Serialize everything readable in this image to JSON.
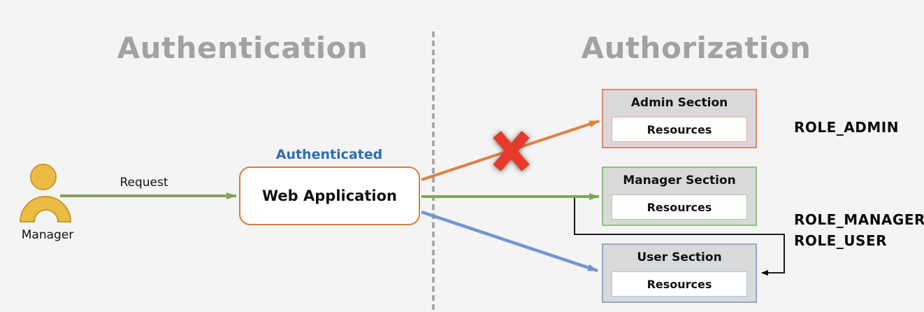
{
  "headings": {
    "left": "Authentication",
    "right": "Authorization"
  },
  "actor": {
    "label": "Manager"
  },
  "flow": {
    "request_label": "Request",
    "auth_status_label": "Authenticated",
    "web_app_label": "Web Application"
  },
  "sections": [
    {
      "title": "Admin Section",
      "resources_label": "Resources"
    },
    {
      "title": "Manager Section",
      "resources_label": "Resources"
    },
    {
      "title": "User Section",
      "resources_label": "Resources"
    }
  ],
  "roles": [
    {
      "label": "ROLE_ADMIN"
    },
    {
      "label": "ROLE_MANAGER"
    },
    {
      "label": "ROLE_USER"
    }
  ],
  "colors": {
    "background": "#F4F4F4",
    "heading_gray": "#A2A2A2",
    "divider_gray": "#A8A8A8",
    "arrow_orange": "#E0813F",
    "arrow_green": "#7EA656",
    "arrow_blue": "#7295D2",
    "authenticated_blue": "#2E6DB5",
    "denied_red": "#E63B2A",
    "section_fill": "#D9D9D9",
    "admin_border": "#DB8776",
    "admin_resources_border": "#ECA99A",
    "manager_border": "#93BE88",
    "manager_resources_border": "#A8CF9D",
    "user_border": "#92A9C7",
    "user_resources_border": "#A9C6E3",
    "actor_fill": "#ECBB43",
    "actor_stroke": "#C9992E",
    "hierarchy_connector": "#000000"
  }
}
